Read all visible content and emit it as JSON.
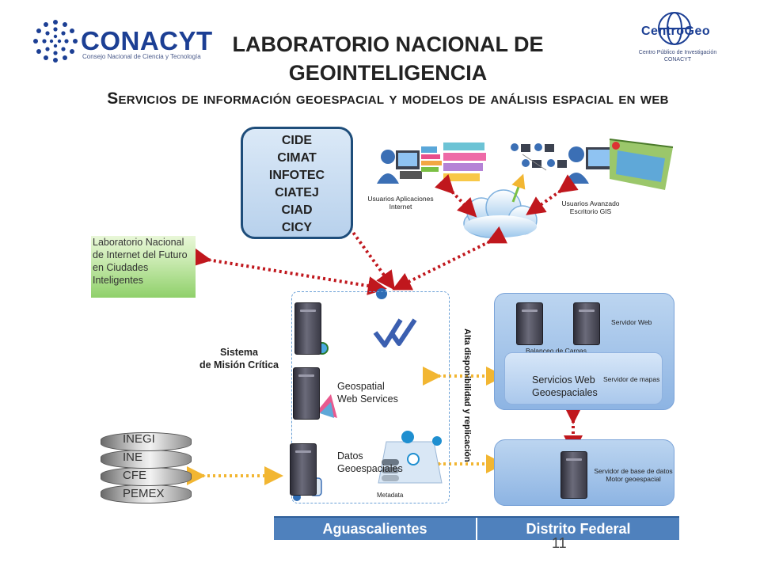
{
  "header": {
    "title": "LABORATORIO NACIONAL DE GEOINTELIGENCIA",
    "subtitle": "Servicios de información geoespacial y modelos de análisis espacial en web"
  },
  "logos": {
    "conacyt": {
      "name": "CONACYT",
      "tagline": "Consejo Nacional de Ciencia y Tecnología"
    },
    "centrogeo": {
      "name": "CentroGeo",
      "tagline_line1": "Centro Público de Investigación",
      "tagline_line2": "CONACYT"
    }
  },
  "institutions": [
    "CIDE",
    "CIMAT",
    "INFOTEC",
    "CIATEJ",
    "CIAD",
    "CICY"
  ],
  "lab": "Laboratorio Nacional de Internet del Futuro en Ciudades Inteligentes",
  "users": {
    "internet": {
      "line1": "Usuarios Aplicaciones",
      "line2": "Internet"
    },
    "gis": {
      "line1": "Usuarios Avanzado",
      "line2": "Escritorio GIS"
    }
  },
  "system": {
    "label_line1": "Sistema",
    "label_line2": "de Misión Crítica",
    "geospatial_line1": "Geospatial",
    "geospatial_line2": "Web Services",
    "datos_line1": "Datos",
    "datos_line2": "Geoespaciales",
    "metadata": "Metadata",
    "ha_label": "Alta disponibilidad  y replicación"
  },
  "panel_top": {
    "servidor_web": "Servidor Web",
    "balanceo": "Balanceo de Cargas",
    "servidor_mapas": "Servidor de mapas",
    "servicios_line1": "Servicios Web",
    "servicios_line2": "Geoespaciales"
  },
  "panel_bottom": {
    "line1": "Servidor de base de datos",
    "line2": "Motor geoespacial"
  },
  "databases": [
    "INEGI",
    "INE",
    "CFE",
    "PEMEX"
  ],
  "footer": {
    "left": "Aguascalientes",
    "right": "Distrito Federal"
  },
  "page_number": "11",
  "colors": {
    "arrow_red": "#c0171d",
    "arrow_yellow": "#f2b632",
    "footer_blue": "#4f81bd",
    "brand_blue": "#1c3f94"
  }
}
